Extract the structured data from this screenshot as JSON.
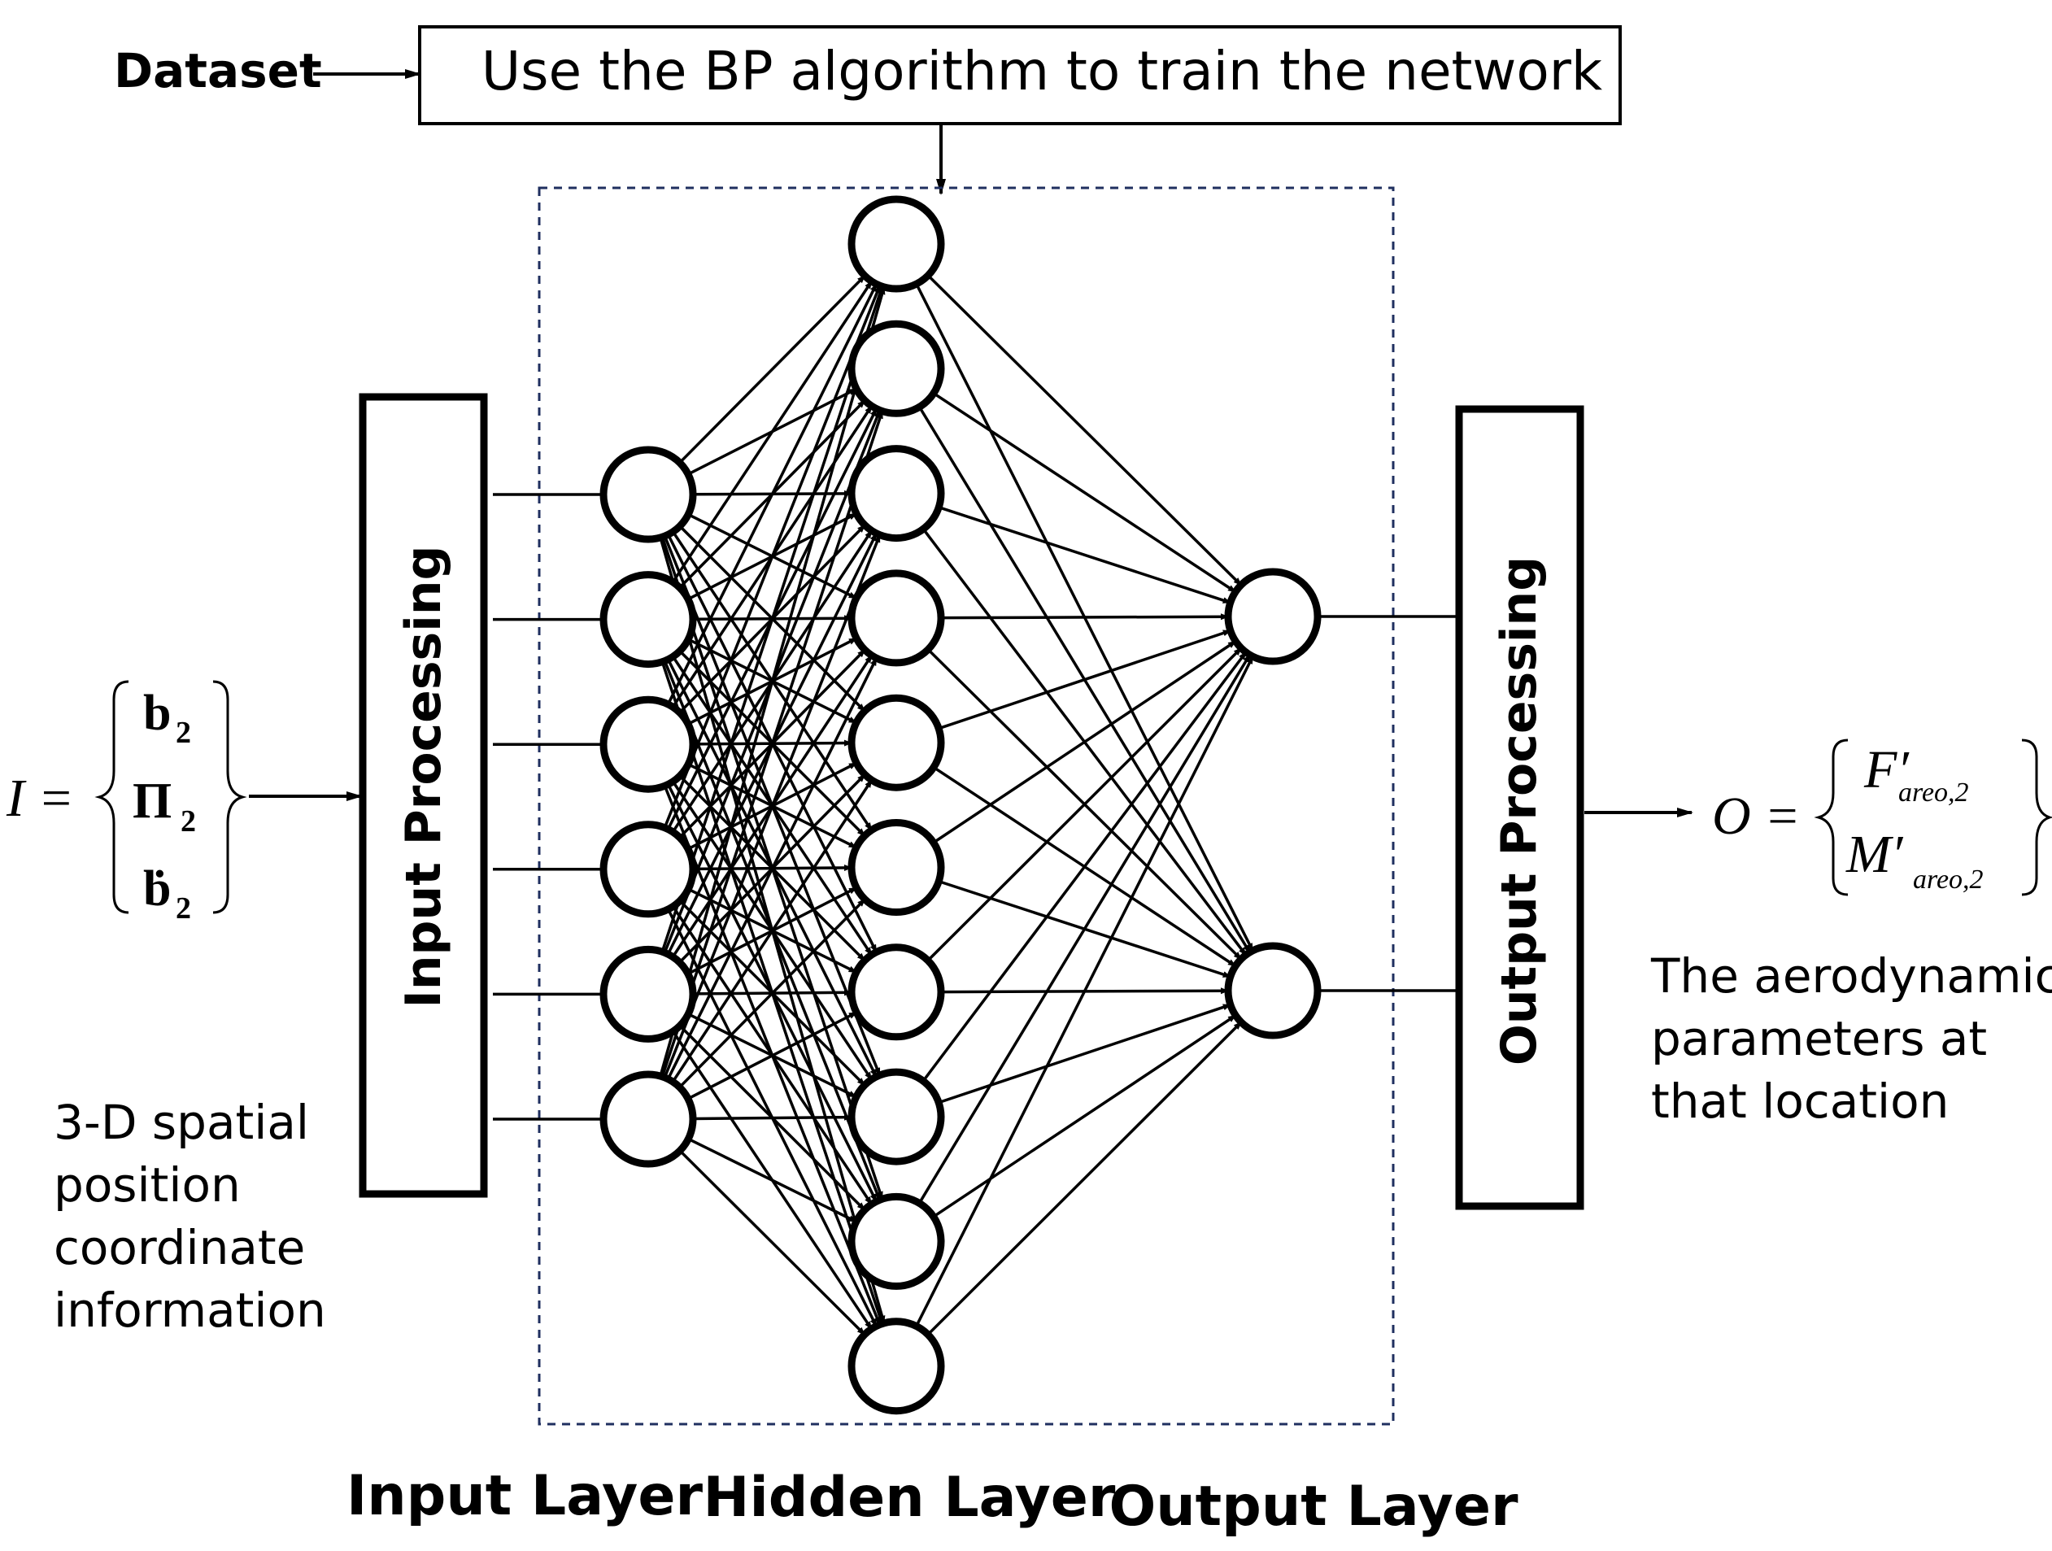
{
  "dataset_label": "Dataset",
  "training_box_text": "Use the BP algorithm to train the network",
  "input_processing_label": "Input Processing",
  "output_processing_label": "Output Processing",
  "layer_labels": {
    "input": "Input Layer",
    "hidden": "Hidden Layer",
    "output": "Output Layer"
  },
  "input_formula": {
    "lhs": "I =",
    "row1_main": "b",
    "row1_sub": "2",
    "row2_main": "Π",
    "row2_sub": "2",
    "row3_main": "ḃ",
    "row3_sub": "2"
  },
  "output_formula": {
    "lhs": "O =",
    "row1_main": "F′",
    "row1_sub": "areo,2",
    "row2_main": "M′",
    "row2_sub": "areo,2"
  },
  "input_description": [
    "3-D spatial",
    "position",
    "coordinate",
    "information"
  ],
  "output_description": [
    "The aerodynamic",
    "parameters at",
    "that location"
  ],
  "network": {
    "input_nodes": 6,
    "hidden_nodes": 10,
    "output_nodes": 2
  }
}
